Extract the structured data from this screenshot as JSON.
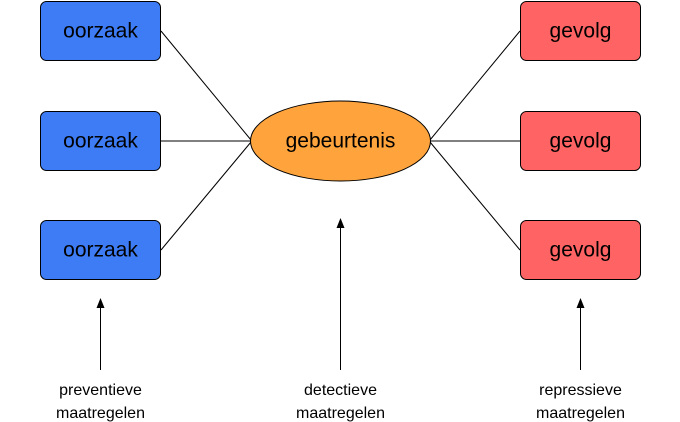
{
  "colors": {
    "cause_fill": "#3d7cf5",
    "effect_fill": "#ff6363",
    "event_fill": "#ffa43d",
    "stroke": "#000000"
  },
  "causes": [
    {
      "label": "oorzaak"
    },
    {
      "label": "oorzaak"
    },
    {
      "label": "oorzaak"
    }
  ],
  "event": {
    "label": "gebeurtenis"
  },
  "effects": [
    {
      "label": "gevolg"
    },
    {
      "label": "gevolg"
    },
    {
      "label": "gevolg"
    }
  ],
  "measures": {
    "preventive": {
      "line1": "preventieve",
      "line2": "maatregelen"
    },
    "detective": {
      "line1": "detectieve",
      "line2": "maatregelen"
    },
    "repressive": {
      "line1": "repressieve",
      "line2": "maatregelen"
    }
  }
}
